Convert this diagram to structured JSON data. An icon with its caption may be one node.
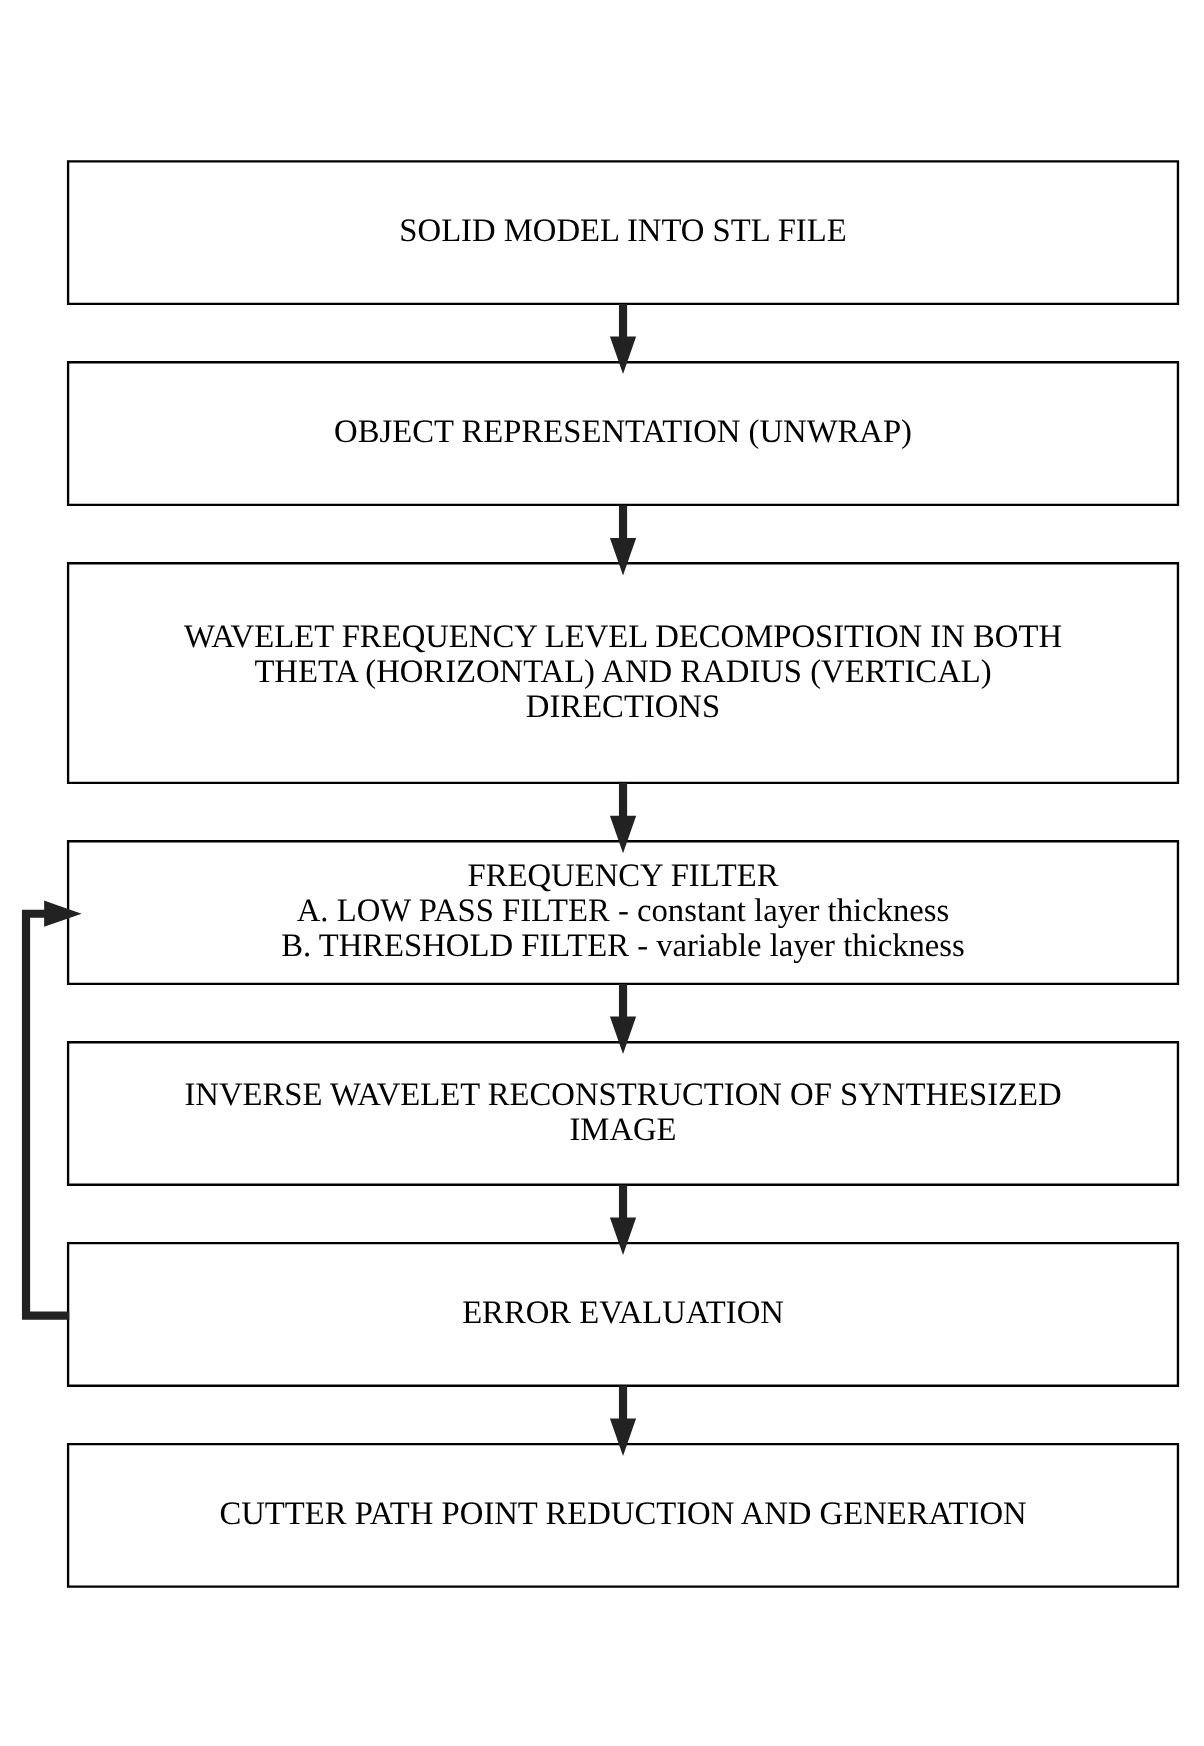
{
  "diagram": {
    "nodes": [
      {
        "text": [
          "SOLID MODEL INTO STL FILE"
        ]
      },
      {
        "text": [
          "OBJECT REPRESENTATION (UNWRAP)"
        ]
      },
      {
        "text": [
          "WAVELET FREQUENCY LEVEL DECOMPOSITION IN BOTH THETA (HORIZONTAL) AND RADIUS (VERTICAL) DIRECTIONS"
        ]
      },
      {
        "text": [
          "FREQUENCY FILTER",
          "A. LOW PASS FILTER - constant layer thickness",
          "B. THRESHOLD FILTER - variable layer thickness"
        ]
      },
      {
        "text": [
          "INVERSE WAVELET RECONSTRUCTION OF SYNTHESIZED IMAGE"
        ]
      },
      {
        "text": [
          "ERROR EVALUATION"
        ]
      },
      {
        "text": [
          "CUTTER PATH POINT REDUCTION AND GENERATION"
        ]
      }
    ],
    "edges": [
      {
        "from": 0,
        "to": 1,
        "arrow": "to"
      },
      {
        "from": 1,
        "to": 2,
        "arrow": "to"
      },
      {
        "from": 2,
        "to": 3,
        "arrow": "to"
      },
      {
        "from": 3,
        "to": 4,
        "arrow": "to"
      },
      {
        "from": 4,
        "to": 5,
        "arrow": "to"
      },
      {
        "from": 5,
        "to": 3,
        "arrow": "to"
      },
      {
        "from": 5,
        "to": 6,
        "arrow": "to"
      }
    ]
  }
}
